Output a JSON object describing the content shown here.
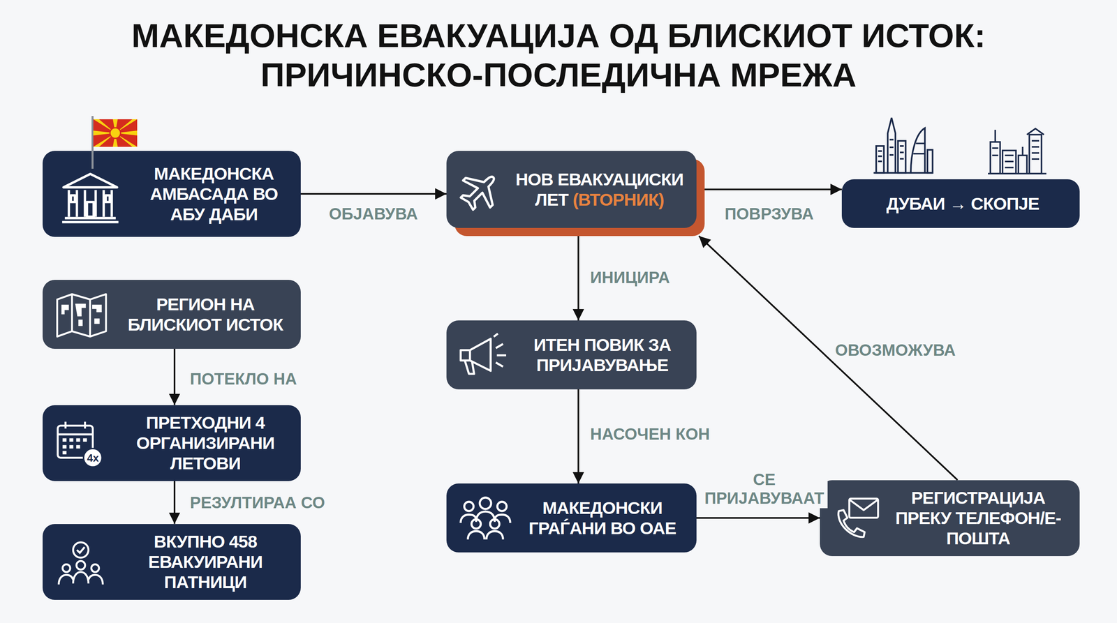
{
  "diagram": {
    "title": "МАКЕДОНСКА ЕВАКУАЦИЈА ОД БЛИСКИОТ ИСТОК: ПРИЧИНСКО-ПОСЛЕДИЧНА МРЕЖА",
    "nodes": [
      {
        "text": [
          "МАКЕДОНСКА АМБАСАДА ВО АБУ ДАБИ"
        ]
      },
      {
        "text": [
          "НОВ ЕВАКУАЦИСКИ ЛЕТ",
          "(ВТОРНИК)"
        ]
      },
      {
        "text": [
          "ДУБАИ → СКОПЈЕ"
        ]
      },
      {
        "text": [
          "РЕГИОН НА БЛИСКИОТ ИСТОК"
        ]
      },
      {
        "text": [
          "ПРЕТХОДНИ 4 ОРГАНИЗИРАНИ ЛЕТОВИ"
        ]
      },
      {
        "text": [
          "ВКУПНО 458 ЕВАКУИРАНИ ПАТНИЦИ"
        ]
      },
      {
        "text": [
          "ИТЕН ПОВИК ЗА ПРИЈАВУВАЊЕ"
        ]
      },
      {
        "text": [
          "МАКЕДОНСКИ ГРАЃАНИ ВО ОАЕ"
        ]
      },
      {
        "text": [
          "РЕГИСТРАЦИЈА ПРЕКУ ТЕЛЕФОН/Е-ПОШТА"
        ]
      }
    ],
    "edges": [
      {
        "from": 0,
        "to": 1,
        "label": "ОБЈАВУВА",
        "arrow": "to"
      },
      {
        "from": 1,
        "to": 2,
        "label": "ПОВРЗУВА",
        "arrow": "to"
      },
      {
        "from": 3,
        "to": 4,
        "label": "ПОТЕКЛО НА",
        "arrow": "to"
      },
      {
        "from": 4,
        "to": 5,
        "label": "РЕЗУЛТИРАА СО",
        "arrow": "to"
      },
      {
        "from": 1,
        "to": 6,
        "label": "ИНИЦИРА",
        "arrow": "to"
      },
      {
        "from": 6,
        "to": 7,
        "label": "НАСОЧЕН КОН",
        "arrow": "to"
      },
      {
        "from": 7,
        "to": 8,
        "label": "СЕ ПРИЈАВУВААТ",
        "arrow": "to"
      },
      {
        "from": 8,
        "to": 1,
        "label": "ОВОЗМОЖУВА",
        "arrow": "to"
      }
    ],
    "labels": [
      "4x"
    ]
  }
}
